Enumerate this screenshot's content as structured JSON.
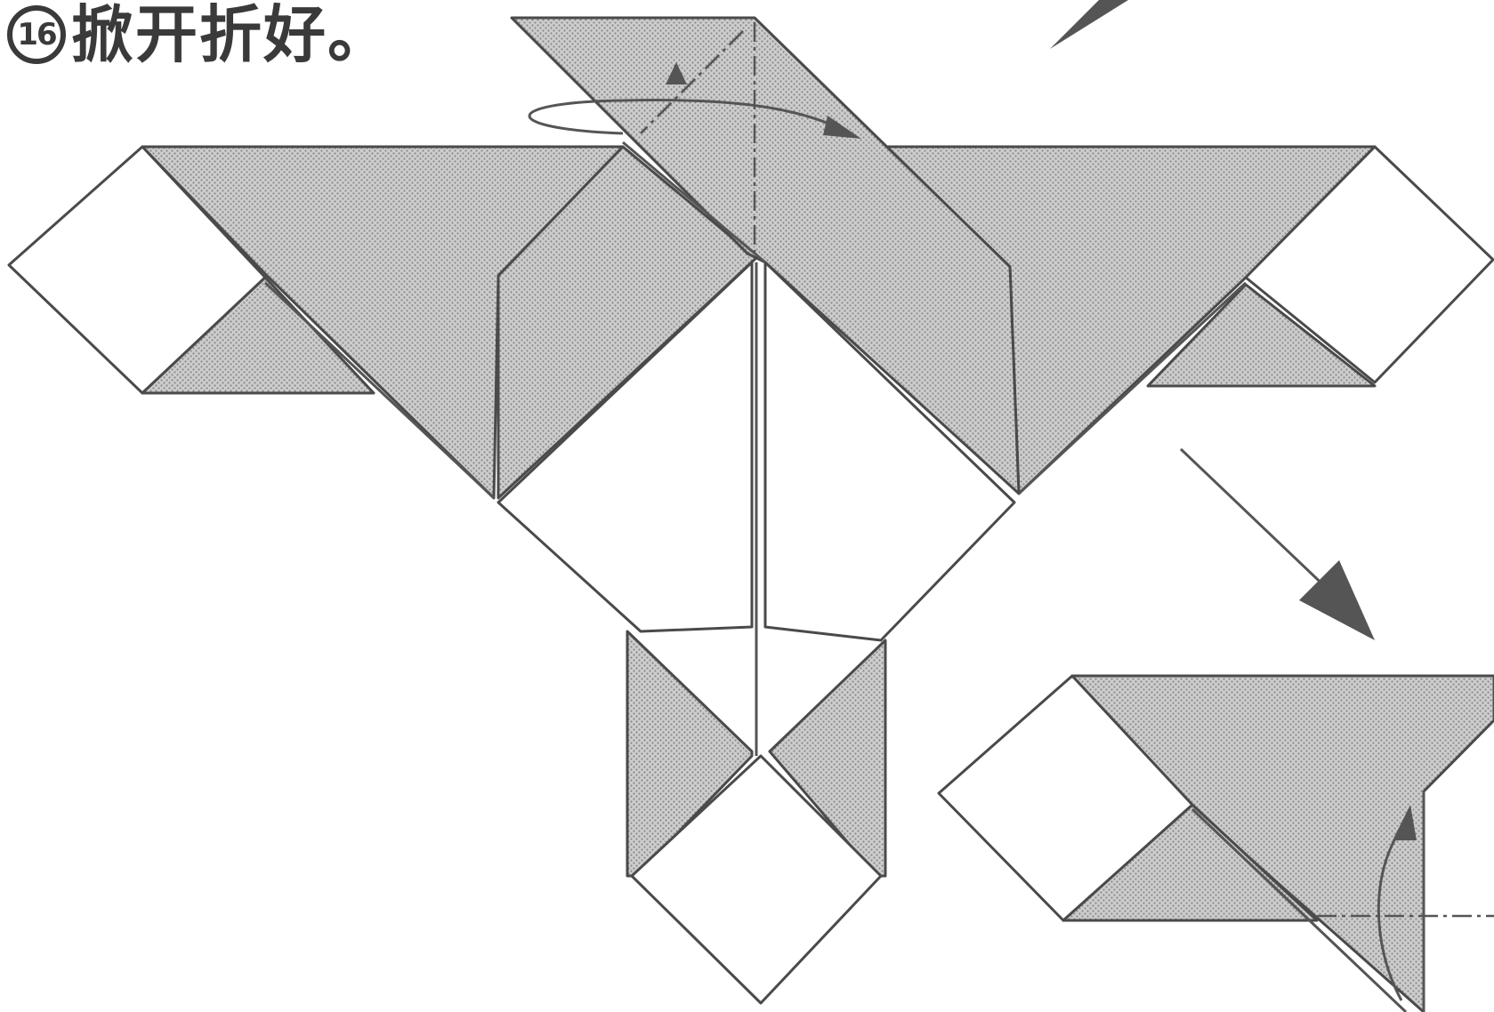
{
  "step": {
    "number": "16",
    "text": "掀开折好。"
  },
  "colors": {
    "line": "#4a4a4a",
    "paper_shaded": "#c8c8c8",
    "paper_white": "#ffffff",
    "text": "#3a3a3a"
  },
  "icons": {
    "step_badge": "circled-number",
    "fold_arrow": "curved-fold-arrow",
    "direction_arrow": "diagonal-arrow"
  }
}
